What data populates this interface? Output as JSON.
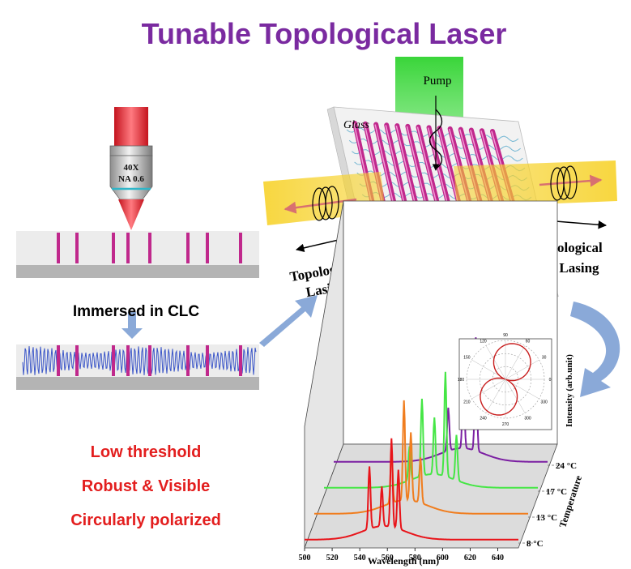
{
  "title": "Tunable Topological Laser",
  "objective": {
    "line1": "40X",
    "line2": "NA 0.6"
  },
  "step_label": "Immersed in CLC",
  "device": {
    "pump": "Pump",
    "glass": "Glass",
    "defect": "short-short-defect",
    "lasing_left": [
      "Topological",
      "Lasing"
    ],
    "lasing_right": [
      "Topological",
      "Lasing"
    ]
  },
  "features": [
    "Low threshold",
    "Robust & Visible",
    "Circularly polarized"
  ],
  "colors": {
    "title": "#7a2aa0",
    "features": "#e31e1e",
    "magenta": "#c0288c",
    "arrow": "#8aa9d8",
    "pump": "#3ee03e",
    "beam": "#f7d22a"
  },
  "chart_data": {
    "type": "line",
    "xlabel": "Wavelength (nm)",
    "ylabel": "Intensity (arb.unit)",
    "zlabel": "Temperature",
    "x_ticks": [
      "500",
      "520",
      "540",
      "560",
      "580",
      "600",
      "620",
      "640"
    ],
    "xlim": [
      500,
      655
    ],
    "series": [
      {
        "name": "8 °C",
        "color": "#e8141a",
        "peaks": [
          [
            547,
            0.55
          ],
          [
            556,
            0.35
          ],
          [
            563,
            0.78
          ],
          [
            568,
            0.52
          ]
        ]
      },
      {
        "name": "13 °C",
        "color": "#f07d1e",
        "peaks": [
          [
            556,
            0.45
          ],
          [
            565,
            0.88
          ],
          [
            570,
            0.6
          ],
          [
            577,
            0.4
          ]
        ]
      },
      {
        "name": "17 °C",
        "color": "#45e645",
        "peaks": [
          [
            562,
            0.3
          ],
          [
            571,
            0.68
          ],
          [
            580,
            0.5
          ],
          [
            588,
            0.92
          ],
          [
            596,
            0.4
          ]
        ]
      },
      {
        "name": "24 °C",
        "color": "#7b1fa2",
        "peaks": [
          [
            583,
            0.38
          ],
          [
            594,
            0.62
          ],
          [
            603,
            1.0
          ]
        ]
      }
    ],
    "polar_ticks": [
      "0",
      "30",
      "60",
      "90",
      "120",
      "150",
      "180",
      "210",
      "240",
      "270",
      "300",
      "330"
    ]
  }
}
